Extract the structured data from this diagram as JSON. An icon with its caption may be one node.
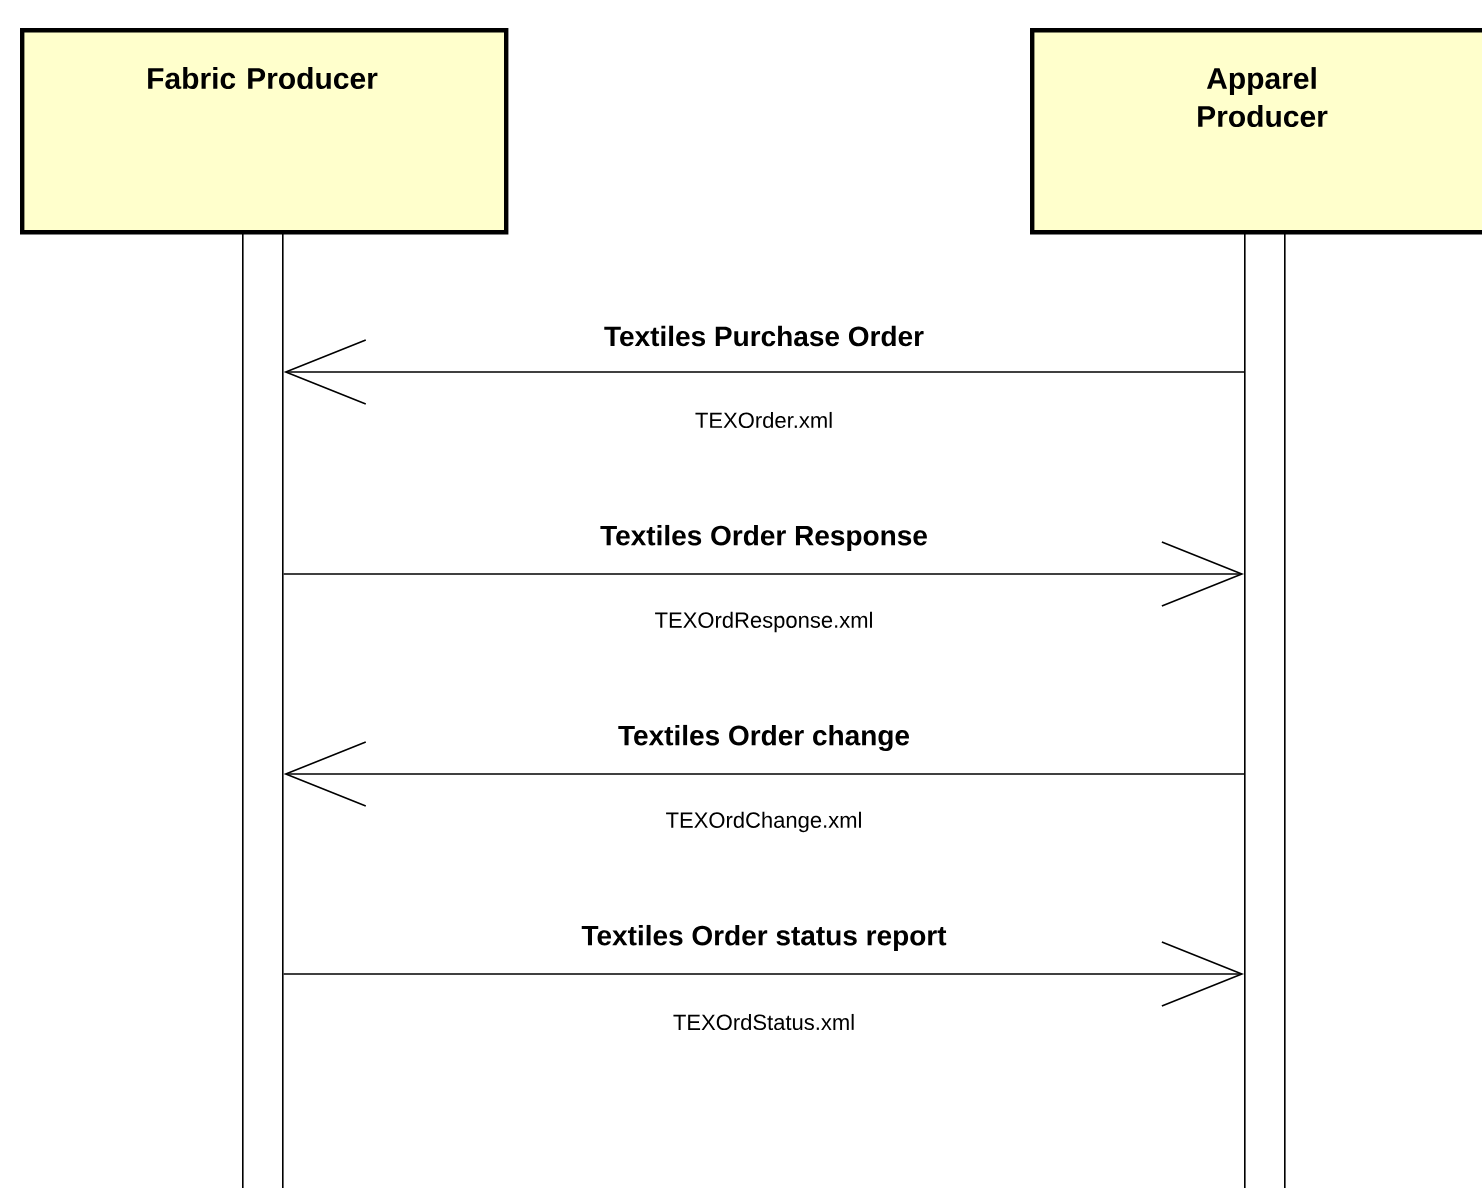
{
  "diagram": {
    "nodes": [
      {
        "text": [
          "Fabric Producer"
        ]
      },
      {
        "text": [
          "Apparel Producer"
        ]
      },
      {
        "text": [],
        "shape": "bar"
      },
      {
        "text": [],
        "shape": "bar"
      }
    ],
    "edges": [
      {
        "from": 3,
        "to": 2,
        "arrow": "to",
        "label": "Textiles Purchase Order"
      },
      {
        "from": 2,
        "to": 3,
        "arrow": "to",
        "label": "Textiles Order Response"
      },
      {
        "from": 3,
        "to": 2,
        "arrow": "to",
        "label": "Textiles Order change"
      },
      {
        "from": 2,
        "to": 3,
        "arrow": "to",
        "label": "Textiles Order status report"
      }
    ],
    "labels": [
      "TEXOrder.xml",
      "TEXOrdResponse.xml",
      "TEXOrdChange.xml",
      "TEXOrdStatus.xml"
    ]
  }
}
